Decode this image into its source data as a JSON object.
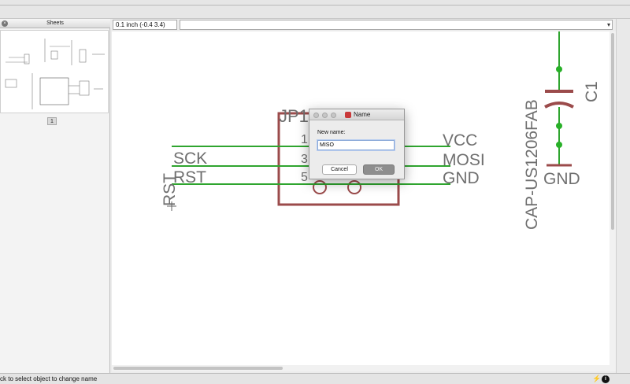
{
  "sidebar": {
    "header": "Sheets",
    "sheet_number": "1"
  },
  "toolbar": {
    "coordinates": "0.1 inch (-0.4 3.4)",
    "command_value": ""
  },
  "schematic": {
    "part_name": "JP1",
    "pins_left": [
      "1",
      "3",
      "5"
    ],
    "net_labels_left": [
      "SCK",
      "RST"
    ],
    "net_labels_right": [
      "VCC",
      "MOSI",
      "GND"
    ],
    "rotated_net": "RST",
    "cap_name": "C1",
    "cap_value": "CAP-US1206FAB",
    "cap_gnd": "GND",
    "colors": {
      "wire": "#2fa52f",
      "part": "#9b4b4b",
      "text": "#6f6f6f",
      "junction": "#28b028"
    }
  },
  "dialog": {
    "title": "Name",
    "label": "New name:",
    "input_value": "MISO",
    "cancel_label": "Cancel",
    "ok_label": "OK"
  },
  "status": {
    "message": "ck to select object to change name"
  }
}
